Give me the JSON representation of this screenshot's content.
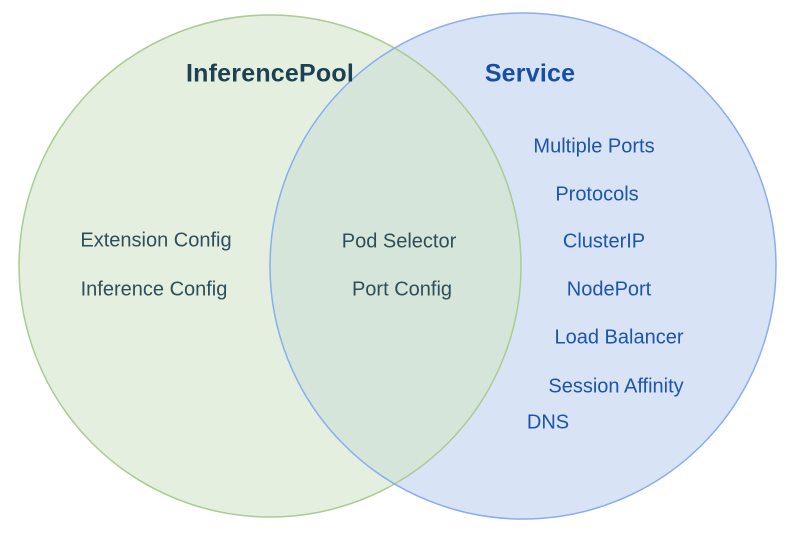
{
  "diagram": {
    "type": "venn",
    "left_set": {
      "title": "InferencePool",
      "items": [
        "Extension Config",
        "Inference Config"
      ]
    },
    "intersection": {
      "items": [
        "Pod Selector",
        "Port Config"
      ]
    },
    "right_set": {
      "title": "Service",
      "items": [
        "Multiple Ports",
        "Protocols",
        "ClusterIP",
        "NodePort",
        "Load Balancer",
        "Session Affinity",
        "DNS"
      ]
    },
    "colors": {
      "left_circle_fill": "#e4efdf",
      "left_circle_stroke": "#a9cc92",
      "right_circle_fill": "#d9e3f6",
      "right_circle_stroke": "#8aacf0",
      "intersection_fill": "#d6e5da",
      "left_title_text": "#1c4251",
      "left_item_text": "#2e4f5a",
      "right_title_text": "#174ea6",
      "right_item_text": "#1c55ab",
      "background": "#ffffff"
    }
  }
}
